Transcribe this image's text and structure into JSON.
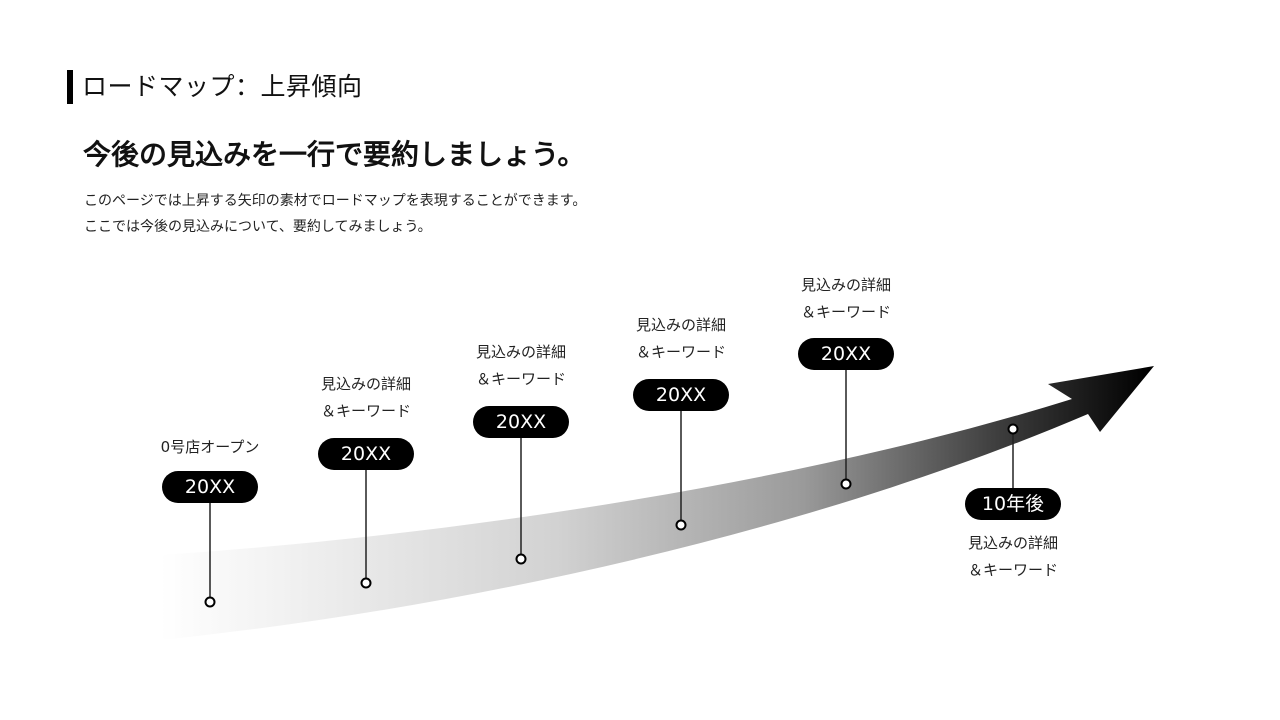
{
  "header": {
    "title": "ロードマップ：上昇傾向"
  },
  "headline": "今後の見込みを一行で要約しましょう。",
  "description": [
    "このページでは上昇する矢印の素材でロードマップを表現することができます。",
    "ここでは今後の見込みについて、要約してみましょう。"
  ],
  "milestones": [
    {
      "year": "20XX",
      "lines": [
        "0号店オープン"
      ]
    },
    {
      "year": "20XX",
      "lines": [
        "見込みの詳細",
        "＆キーワード"
      ]
    },
    {
      "year": "20XX",
      "lines": [
        "見込みの詳細",
        "＆キーワード"
      ]
    },
    {
      "year": "20XX",
      "lines": [
        "見込みの詳細",
        "＆キーワード"
      ]
    },
    {
      "year": "20XX",
      "lines": [
        "見込みの詳細",
        "＆キーワード"
      ]
    },
    {
      "year": "10年後",
      "lines": [
        "見込みの詳細",
        "＆キーワード"
      ]
    }
  ],
  "colors": {
    "pill": "#000000",
    "pill_text": "#ffffff",
    "arrow_start": "#ffffff",
    "arrow_end": "#000000"
  }
}
